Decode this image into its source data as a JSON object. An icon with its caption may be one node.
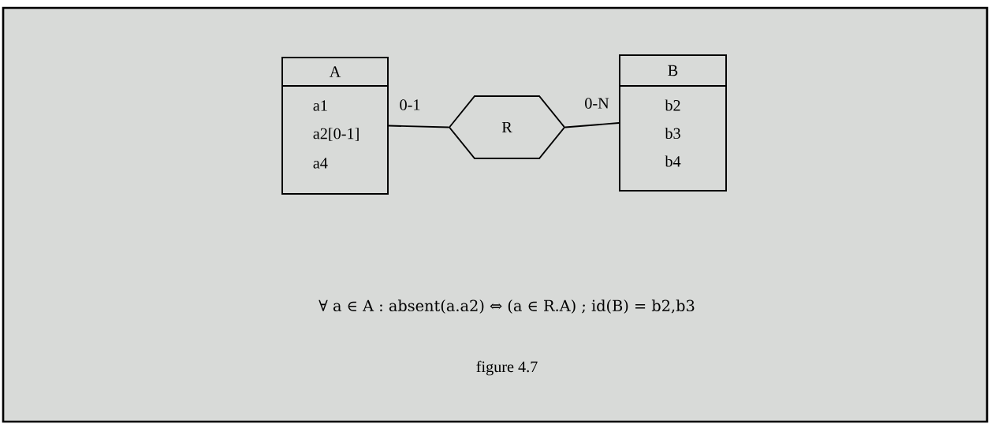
{
  "diagram": {
    "caption": "figure 4.7",
    "nodes": [
      {
        "text": [
          "A",
          "a1",
          "a2[0-1]",
          "a4"
        ]
      },
      {
        "text": [
          "R"
        ]
      },
      {
        "text": [
          "B",
          "b2",
          "b3",
          "b4"
        ]
      }
    ],
    "edges": [
      {
        "from": 0,
        "to": 1,
        "arrow": "none",
        "label": "0-1"
      },
      {
        "from": 1,
        "to": 2,
        "arrow": "none",
        "label": "0-N"
      }
    ],
    "labels": [
      "∀ a ∈ A : absent(a.a2) ⇔ (a ∈ R.A) ; id(B) = b2,b3"
    ]
  }
}
